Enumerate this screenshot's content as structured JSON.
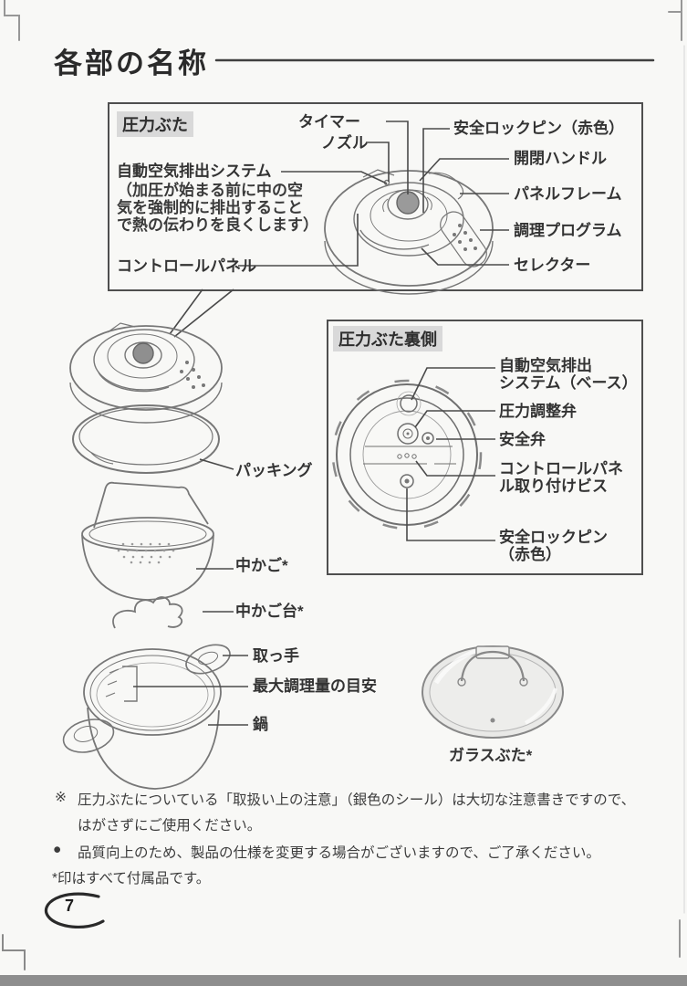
{
  "page": {
    "title": "各部の名称",
    "page_number": "7"
  },
  "colors": {
    "header_highlight": "#d9d9d9",
    "footer_bar": "#8e8e8e",
    "line_art": "#6e6e6e"
  },
  "pressure_lid_box": {
    "header": "圧力ぶた",
    "labels": {
      "timer": "タイマー",
      "nozzle": "ノズル",
      "safety_lock_pin": "安全ロックピン（赤色）",
      "open_close_handle": "開閉ハンドル",
      "panel_frame": "パネルフレーム",
      "cooking_program": "調理プログラム",
      "selector": "セレクター",
      "auto_air_system": "自動空気排出システム",
      "auto_air_note_line1": "（加圧が始まる前に中の空",
      "auto_air_note_line2": "気を強制的に排出すること",
      "auto_air_note_line3": "で熱の伝わりを良くします）",
      "control_panel": "コントロールパネル"
    }
  },
  "lid_back_box": {
    "header": "圧力ぶた裏側",
    "labels": {
      "auto_air_base_line1": "自動空気排出",
      "auto_air_base_line2": "システム（ベース）",
      "pressure_adjust_valve": "圧力調整弁",
      "safety_valve": "安全弁",
      "panel_screw_line1": "コントロールパネ",
      "panel_screw_line2": "ル取り付けビス",
      "safety_lock_pin_line1": "安全ロックピン",
      "safety_lock_pin_line2": "（赤色）"
    }
  },
  "exploded_view": {
    "packing": "パッキング",
    "inner_basket": "中かご*",
    "basket_stand": "中かご台*",
    "handle": "取っ手",
    "max_capacity": "最大調理量の目安",
    "pot": "鍋",
    "glass_lid": "ガラスぶた*"
  },
  "notes": {
    "note1_marker": "※",
    "note1_line1": "圧力ぶたについている「取扱い上の注意」（銀色のシール）は大切な注意書きですので、",
    "note1_line2": "はがさずにご使用ください。",
    "note2_marker": "●",
    "note2": "品質向上のため、製品の仕様を変更する場合がございますので、ご了承ください。",
    "note3": "*印はすべて付属品です。"
  }
}
